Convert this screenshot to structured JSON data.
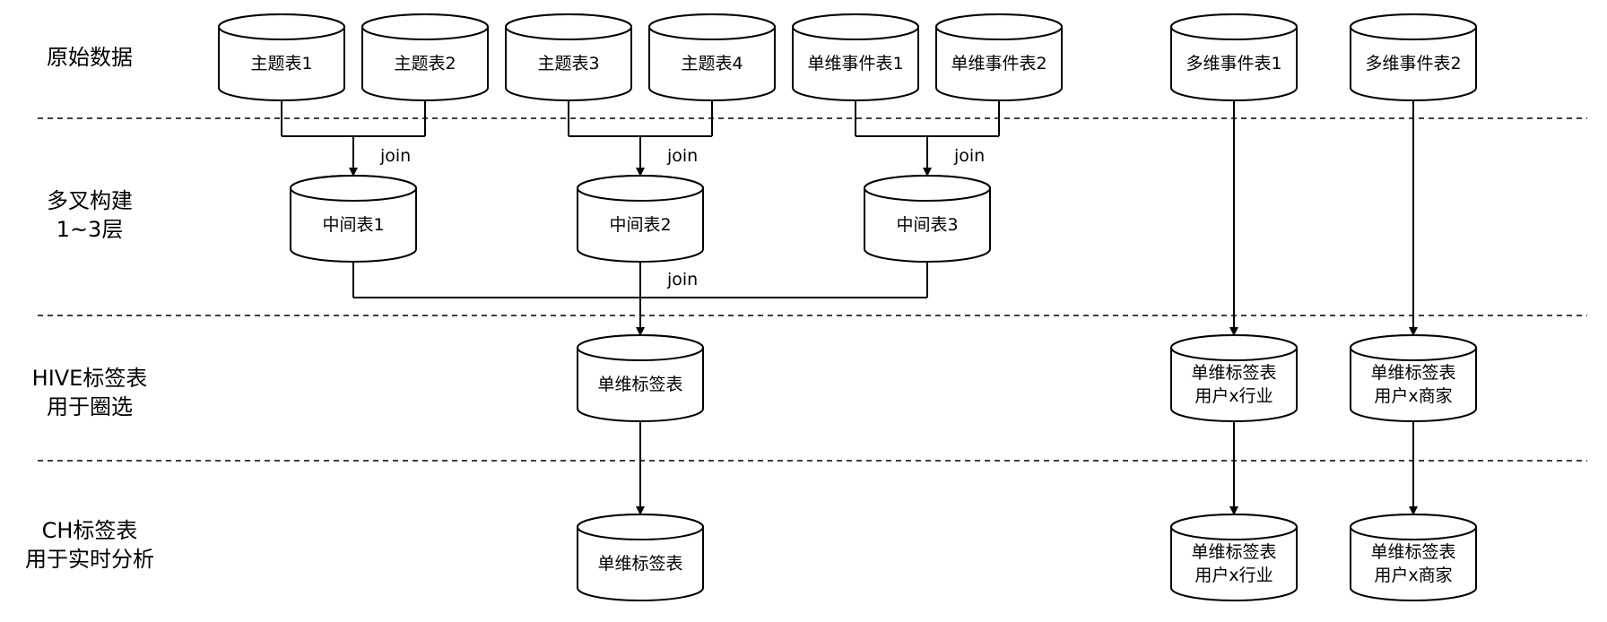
{
  "rows": [
    {
      "lines": [
        "原始数据"
      ]
    },
    {
      "lines": [
        "多叉构建",
        "1~3层"
      ]
    },
    {
      "lines": [
        "HIVE标签表",
        "用于圈选"
      ]
    },
    {
      "lines": [
        "CH标签表",
        "用于实时分析"
      ]
    }
  ],
  "nodes": [
    {
      "id": "t1",
      "lines": [
        "主题表1"
      ]
    },
    {
      "id": "t2",
      "lines": [
        "主题表2"
      ]
    },
    {
      "id": "t3",
      "lines": [
        "主题表3"
      ]
    },
    {
      "id": "t4",
      "lines": [
        "主题表4"
      ]
    },
    {
      "id": "e1",
      "lines": [
        "单维事件表1"
      ]
    },
    {
      "id": "e2",
      "lines": [
        "单维事件表2"
      ]
    },
    {
      "id": "m1",
      "lines": [
        "多维事件表1"
      ]
    },
    {
      "id": "m2",
      "lines": [
        "多维事件表2"
      ]
    },
    {
      "id": "i1",
      "lines": [
        "中间表1"
      ]
    },
    {
      "id": "i2",
      "lines": [
        "中间表2"
      ]
    },
    {
      "id": "i3",
      "lines": [
        "中间表3"
      ]
    },
    {
      "id": "h1",
      "lines": [
        "单维标签表"
      ]
    },
    {
      "id": "h2",
      "lines": [
        "单维标签表",
        "用户x行业"
      ]
    },
    {
      "id": "h3",
      "lines": [
        "单维标签表",
        "用户x商家"
      ]
    },
    {
      "id": "c1",
      "lines": [
        "单维标签表"
      ]
    },
    {
      "id": "c2",
      "lines": [
        "单维标签表",
        "用户x行业"
      ]
    },
    {
      "id": "c3",
      "lines": [
        "单维标签表",
        "用户x商家"
      ]
    }
  ],
  "edges": [
    {
      "from": [
        "t1",
        "t2"
      ],
      "to": "i1",
      "label": "join"
    },
    {
      "from": [
        "t3",
        "t4"
      ],
      "to": "i2",
      "label": "join"
    },
    {
      "from": [
        "e1",
        "e2"
      ],
      "to": "i3",
      "label": "join"
    },
    {
      "from": [
        "i1",
        "i2",
        "i3"
      ],
      "to": "h1",
      "label": "join"
    },
    {
      "from": [
        "m1"
      ],
      "to": "h2",
      "label": ""
    },
    {
      "from": [
        "m2"
      ],
      "to": "h3",
      "label": ""
    },
    {
      "from": [
        "h1"
      ],
      "to": "c1",
      "label": ""
    },
    {
      "from": [
        "h2"
      ],
      "to": "c2",
      "label": ""
    },
    {
      "from": [
        "h3"
      ],
      "to": "c3",
      "label": ""
    }
  ]
}
